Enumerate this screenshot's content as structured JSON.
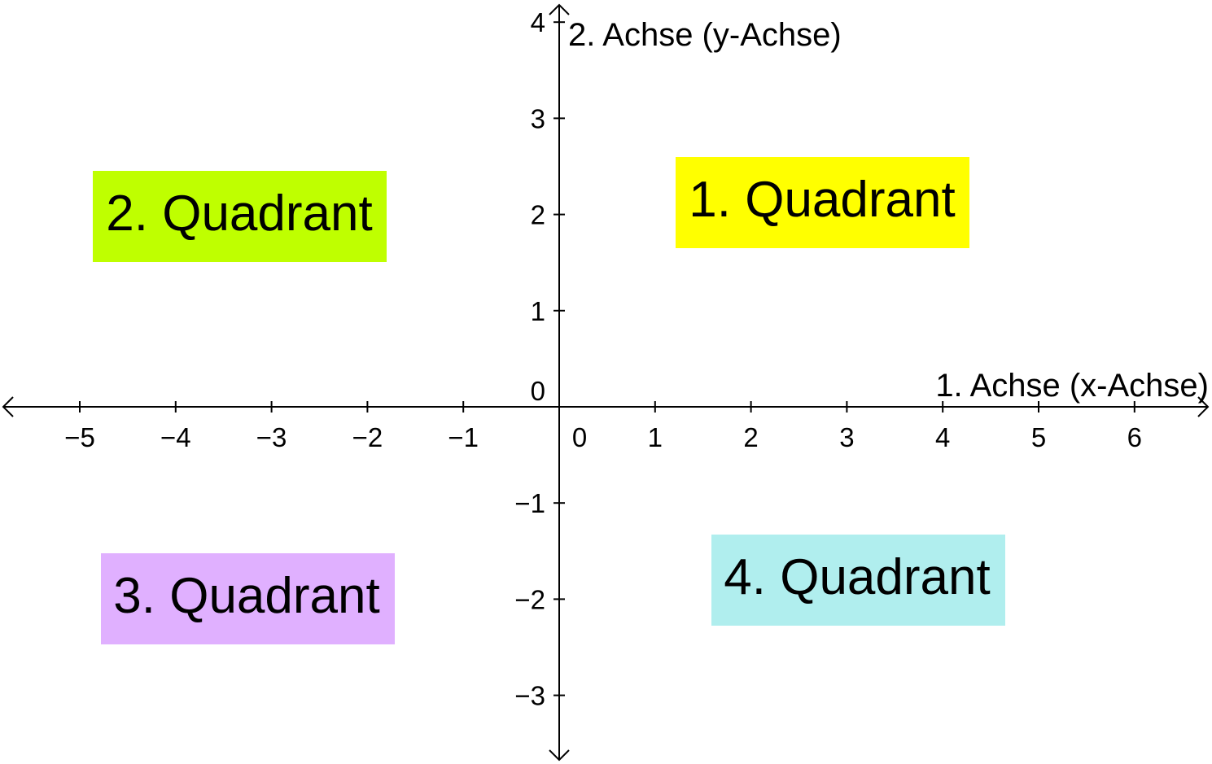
{
  "axes": {
    "x_title": "1. Achse (x-Achse)",
    "y_title": "2. Achse (y-Achse)",
    "origin_label_x": "0",
    "origin_label_y": "0"
  },
  "x_ticks": [
    {
      "value": -5,
      "label": "−5"
    },
    {
      "value": -4,
      "label": "−4"
    },
    {
      "value": -3,
      "label": "−3"
    },
    {
      "value": -2,
      "label": "−2"
    },
    {
      "value": -1,
      "label": "−1"
    },
    {
      "value": 1,
      "label": "1"
    },
    {
      "value": 2,
      "label": "2"
    },
    {
      "value": 3,
      "label": "3"
    },
    {
      "value": 4,
      "label": "4"
    },
    {
      "value": 5,
      "label": "5"
    },
    {
      "value": 6,
      "label": "6"
    }
  ],
  "y_ticks": [
    {
      "value": 4,
      "label": "4"
    },
    {
      "value": 3,
      "label": "3"
    },
    {
      "value": 2,
      "label": "2"
    },
    {
      "value": 1,
      "label": "1"
    },
    {
      "value": -1,
      "label": "−1"
    },
    {
      "value": -2,
      "label": "−2"
    },
    {
      "value": -3,
      "label": "−3"
    }
  ],
  "quadrants": [
    {
      "label": "1. Quadrant",
      "color": "#ffff00"
    },
    {
      "label": "2. Quadrant",
      "color": "#bfff00"
    },
    {
      "label": "3. Quadrant",
      "color": "#e0b0ff"
    },
    {
      "label": "4. Quadrant",
      "color": "#b0eeee"
    }
  ]
}
